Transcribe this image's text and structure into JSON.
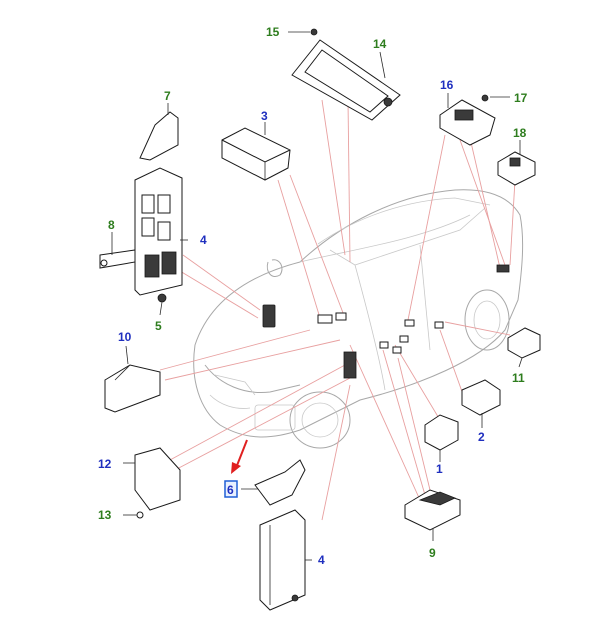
{
  "diagram": {
    "labels": [
      {
        "id": "1",
        "text": "1",
        "color": "blue"
      },
      {
        "id": "2",
        "text": "2",
        "color": "blue"
      },
      {
        "id": "3",
        "text": "3",
        "color": "blue"
      },
      {
        "id": "4a",
        "text": "4",
        "color": "blue"
      },
      {
        "id": "4b",
        "text": "4",
        "color": "blue"
      },
      {
        "id": "5",
        "text": "5",
        "color": "green"
      },
      {
        "id": "6",
        "text": "6",
        "color": "blue",
        "highlighted": true
      },
      {
        "id": "7",
        "text": "7",
        "color": "green"
      },
      {
        "id": "8",
        "text": "8",
        "color": "green"
      },
      {
        "id": "9",
        "text": "9",
        "color": "green"
      },
      {
        "id": "10",
        "text": "10",
        "color": "blue"
      },
      {
        "id": "11",
        "text": "11",
        "color": "green"
      },
      {
        "id": "12",
        "text": "12",
        "color": "blue"
      },
      {
        "id": "13",
        "text": "13",
        "color": "green"
      },
      {
        "id": "14",
        "text": "14",
        "color": "green"
      },
      {
        "id": "15",
        "text": "15",
        "color": "green"
      },
      {
        "id": "16",
        "text": "16",
        "color": "blue"
      },
      {
        "id": "17",
        "text": "17",
        "color": "green"
      },
      {
        "id": "18",
        "text": "18",
        "color": "green"
      }
    ],
    "colors": {
      "blue": "#1f2fbf",
      "green": "#2e7d1e",
      "arrow": "#e02020",
      "callout_lines": "#e8a0a0",
      "highlight": "#1f5fd6"
    }
  }
}
